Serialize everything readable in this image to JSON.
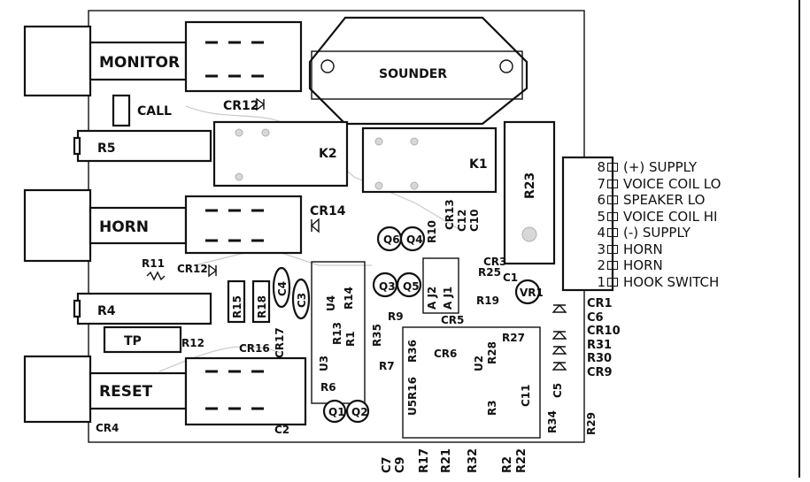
{
  "board": {
    "monitor": "MONITOR",
    "sounder": "SOUNDER",
    "call": "CALL",
    "horn": "HORN",
    "reset": "RESET",
    "tp": "TP",
    "k1": "K1",
    "k2": "K2",
    "r23": "R23",
    "r5": "R5",
    "r4": "R4",
    "cr12a": "CR12",
    "cr12b": "CR12",
    "cr14": "CR14",
    "cr16": "CR16",
    "cr4": "CR4",
    "r11": "R11",
    "r12": "R12",
    "r15": "R15",
    "r18": "R18",
    "c4": "C4",
    "c3": "C3",
    "u4": "U4",
    "u3": "U3",
    "r14": "R14",
    "r13": "R13",
    "r1": "R1",
    "r35": "R35",
    "r9": "R9",
    "r7": "R7",
    "r6": "R6",
    "r36": "R36",
    "r16": "R16",
    "r28": "R28",
    "r27": "R27",
    "r19": "R19",
    "r20": "VR1",
    "r10": "R10",
    "cr13": "CR13",
    "c12": "C12",
    "c10": "C10",
    "cr5": "CR5",
    "cr6": "CR6",
    "cr17": "CR17",
    "q1": "Q1",
    "q2": "Q2",
    "q3": "Q3",
    "q4": "Q4",
    "q5": "Q5",
    "q6": "Q6",
    "c2": "C2",
    "u5": "U5",
    "u2": "U2",
    "j1": "A J1",
    "j2": "A J2",
    "cr3": "CR3",
    "r25": "R25",
    "c1": "C1",
    "r3": "R3",
    "r34": "R34",
    "c5": "C5",
    "c11": "C11",
    "r29": "R29"
  },
  "connector_pins": [
    {
      "num": "8",
      "label": "(+) SUPPLY"
    },
    {
      "num": "7",
      "label": "VOICE COIL LO"
    },
    {
      "num": "6",
      "label": "SPEAKER LO"
    },
    {
      "num": "5",
      "label": "VOICE COIL HI"
    },
    {
      "num": "4",
      "label": "(-) SUPPLY"
    },
    {
      "num": "3",
      "label": "HORN"
    },
    {
      "num": "2",
      "label": "HORN"
    },
    {
      "num": "1",
      "label": "HOOK SWITCH"
    }
  ],
  "right_labels": [
    "CR1",
    "C6",
    "CR10",
    "R31",
    "R30",
    "CR9"
  ],
  "bottom_labels": [
    "C7",
    "C9",
    "R17",
    "R21",
    "R32",
    "R2",
    "R22"
  ]
}
